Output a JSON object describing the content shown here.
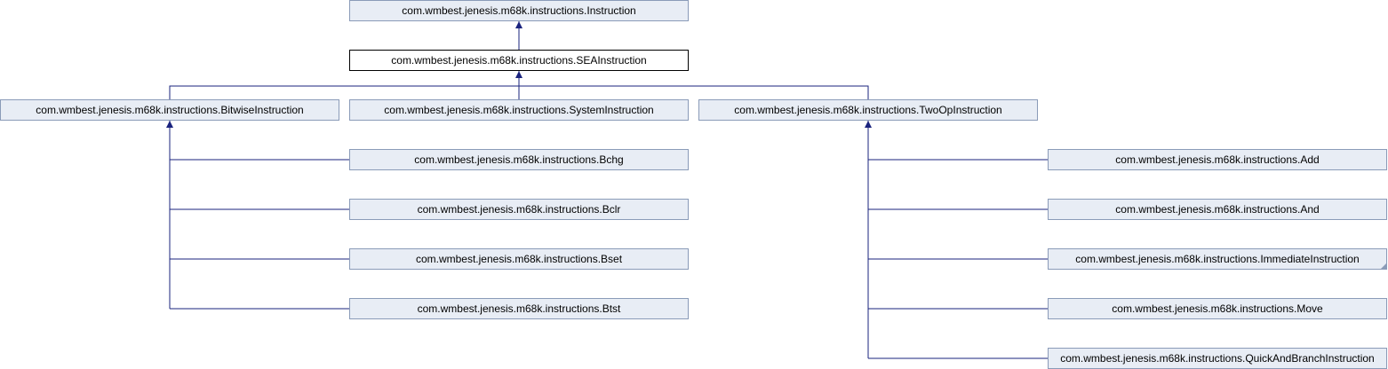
{
  "nodes": {
    "instruction": "com.wmbest.jenesis.m68k.instructions.Instruction",
    "sea_instruction": "com.wmbest.jenesis.m68k.instructions.SEAInstruction",
    "bitwise_instruction": "com.wmbest.jenesis.m68k.instructions.BitwiseInstruction",
    "system_instruction": "com.wmbest.jenesis.m68k.instructions.SystemInstruction",
    "twoop_instruction": "com.wmbest.jenesis.m68k.instructions.TwoOpInstruction",
    "bchg": "com.wmbest.jenesis.m68k.instructions.Bchg",
    "bclr": "com.wmbest.jenesis.m68k.instructions.Bclr",
    "bset": "com.wmbest.jenesis.m68k.instructions.Bset",
    "btst": "com.wmbest.jenesis.m68k.instructions.Btst",
    "add": "com.wmbest.jenesis.m68k.instructions.Add",
    "and": "com.wmbest.jenesis.m68k.instructions.And",
    "immediate_instruction": "com.wmbest.jenesis.m68k.instructions.ImmediateInstruction",
    "move": "com.wmbest.jenesis.m68k.instructions.Move",
    "quick_and_branch_instruction": "com.wmbest.jenesis.m68k.instructions.QuickAndBranchInstruction"
  },
  "colors": {
    "node_fill": "#e8edf5",
    "node_border": "#8a9bb8",
    "current_node_border": "#000000",
    "edge": "#1a237e"
  }
}
